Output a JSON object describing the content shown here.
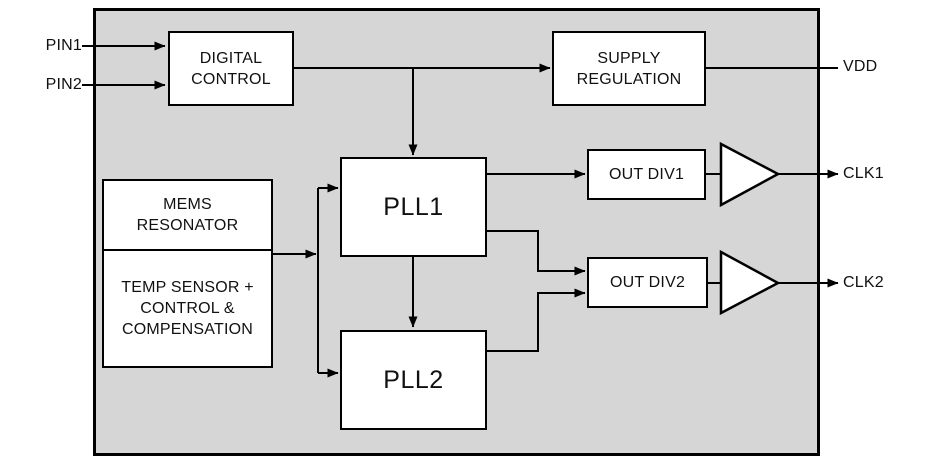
{
  "diagram": {
    "kind": "chip block diagram"
  },
  "colors": {
    "chip_fill": "#d6d6d6",
    "block_fill": "#ffffff",
    "line_color": "#000000",
    "text_color": "#111111",
    "page_bg": "#ffffff"
  },
  "blocks": {
    "digital_control": {
      "line1": "DIGITAL",
      "line2": "CONTROL"
    },
    "supply_regulation": {
      "line1": "SUPPLY",
      "line2": "REGULATION"
    },
    "mems_resonator": {
      "line1": "MEMS",
      "line2": "RESONATOR"
    },
    "temp_comp": {
      "line1": "TEMP SENSOR +",
      "line2": "CONTROL &",
      "line3": "COMPENSATION"
    },
    "pll1": {
      "label": "PLL1"
    },
    "pll2": {
      "label": "PLL2"
    },
    "out_div1": {
      "label": "OUT DIV1"
    },
    "out_div2": {
      "label": "OUT DIV2"
    }
  },
  "pins": {
    "pin1": "PIN1",
    "pin2": "PIN2",
    "vdd": "VDD",
    "clk1": "CLK1",
    "clk2": "CLK2"
  },
  "icons": {
    "buffer1": "output-buffer-triangle",
    "buffer2": "output-buffer-triangle"
  }
}
